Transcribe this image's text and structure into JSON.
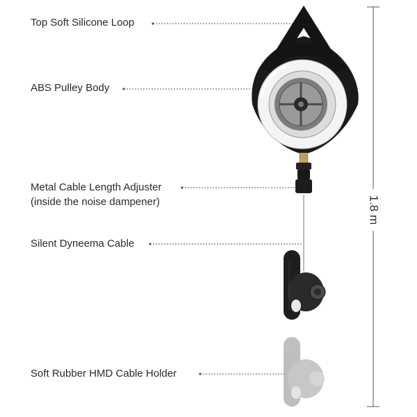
{
  "labels": {
    "loop": "Top Soft Silicone Loop",
    "body": "ABS Pulley Body",
    "adjuster_line1": "Metal Cable Length Adjuster",
    "adjuster_line2": "(inside the noise dampener)",
    "cable": "Silent Dyneema Cable",
    "holder": "Soft Rubber HMD Cable Holder"
  },
  "dimension": {
    "length": "1.8 m"
  },
  "colors": {
    "text": "#2a2a2a",
    "leader": "#555555",
    "body_dark": "#1a1a1a",
    "rim_light": "#f4f4f4",
    "brass": "#c9a56a",
    "holder_faded": "#9a9a9a"
  }
}
